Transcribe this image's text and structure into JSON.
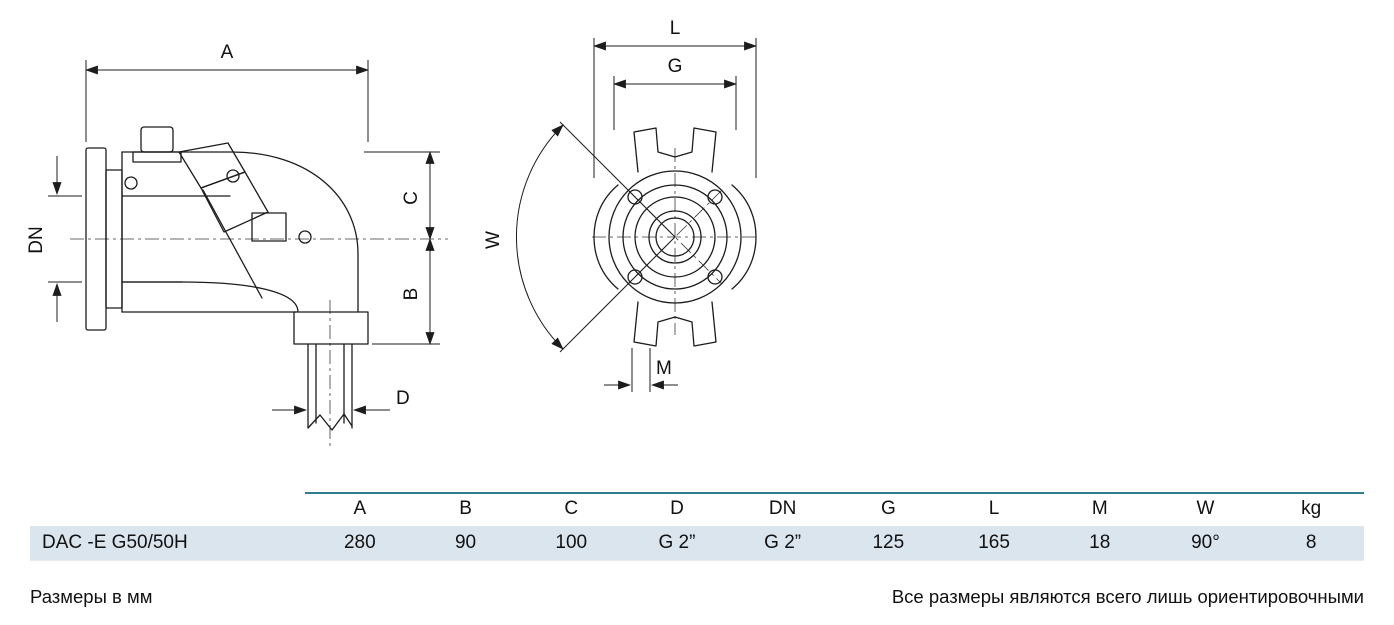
{
  "drawing": {
    "side_view_labels": {
      "A": "A",
      "B": "B",
      "C": "C",
      "D": "D",
      "DN": "DN"
    },
    "front_view_labels": {
      "L": "L",
      "G": "G",
      "W": "W",
      "M": "M"
    }
  },
  "table": {
    "headers": [
      "A",
      "B",
      "C",
      "D",
      "DN",
      "G",
      "L",
      "M",
      "W",
      "kg"
    ],
    "row": {
      "label": "DAC -E G50/50H",
      "values": [
        "280",
        "90",
        "100",
        "G 2”",
        "G 2”",
        "125",
        "165",
        "18",
        "90°",
        "8"
      ]
    }
  },
  "footer": {
    "left": "Размеры в мм",
    "right": "Все размеры являются всего лишь ориентировочными"
  },
  "colors": {
    "accent_rule": "#2f7e8e",
    "row_bg": "#dbe5ee"
  }
}
